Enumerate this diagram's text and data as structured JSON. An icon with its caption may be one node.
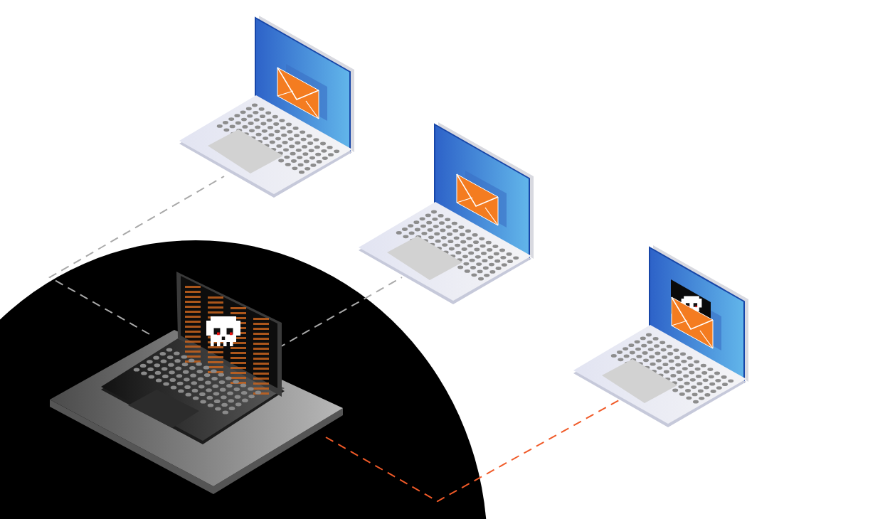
{
  "diagram": {
    "nodes": [
      {
        "text": [],
        "shape": "picture"
      },
      {
        "text": [],
        "shape": "picture"
      },
      {
        "text": [],
        "shape": "picture"
      },
      {
        "text": [],
        "shape": "picture"
      }
    ],
    "edges": [
      {
        "from": 3,
        "to": 0,
        "arrow": "none",
        "style": "dashed"
      },
      {
        "from": 3,
        "to": 1,
        "arrow": "none",
        "style": "dashed"
      },
      {
        "from": 3,
        "to": 2,
        "arrow": "none",
        "style": "dashed",
        "color": "#f05a28"
      }
    ]
  }
}
